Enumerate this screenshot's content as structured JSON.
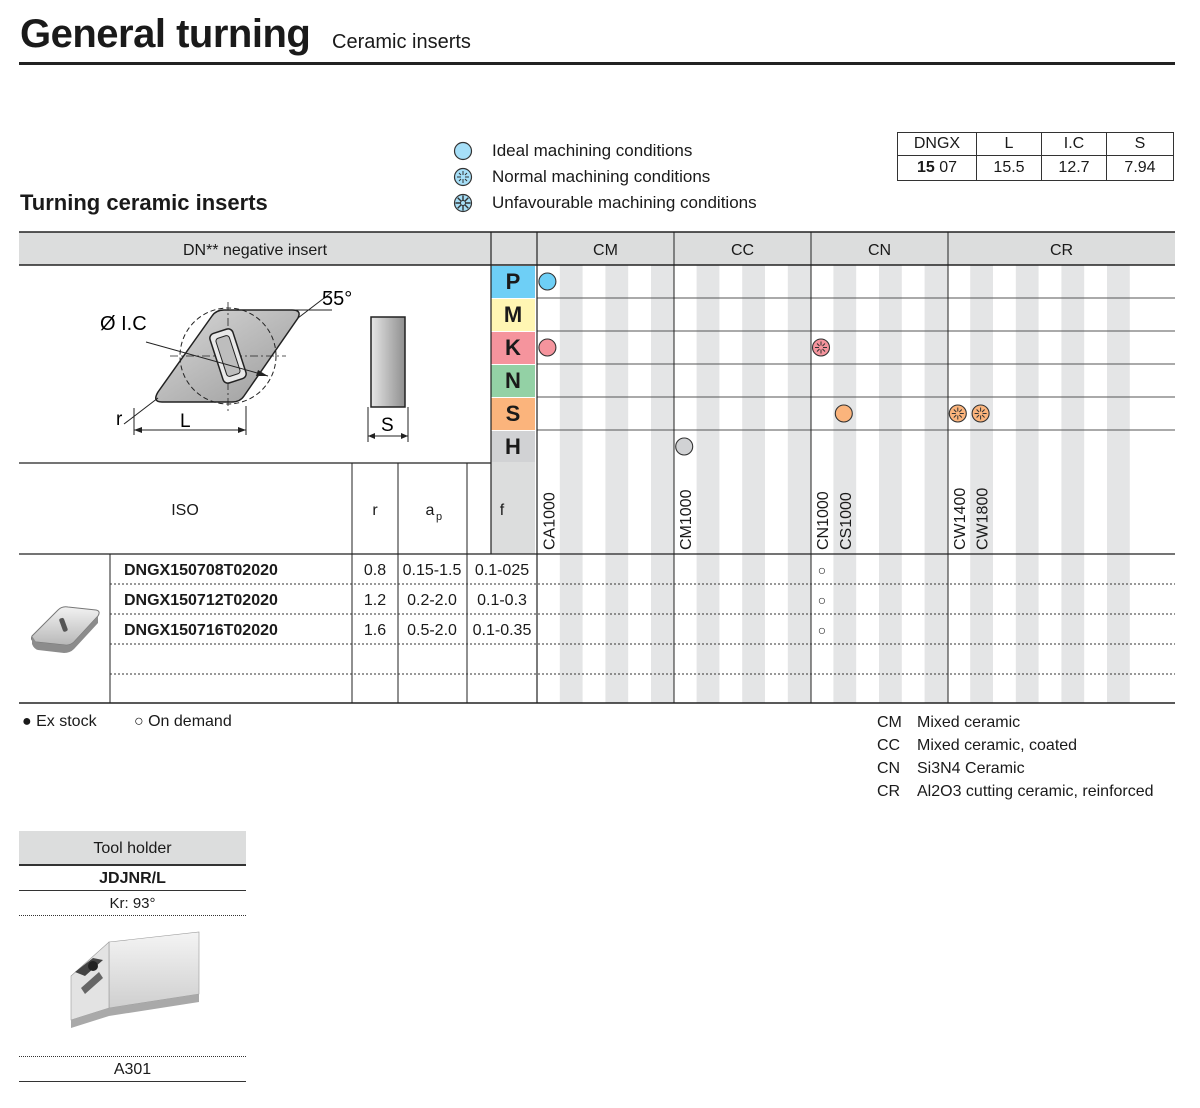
{
  "header": {
    "title": "General turning",
    "subtitle": "Ceramic inserts"
  },
  "section": {
    "title": "Turning ceramic inserts"
  },
  "legend": [
    {
      "label": "Ideal machining conditions",
      "icon": "ideal-condition-icon"
    },
    {
      "label": "Normal machining conditions",
      "icon": "normal-condition-icon"
    },
    {
      "label": "Unfavourable machining conditions",
      "icon": "unfavourable-condition-icon"
    }
  ],
  "dims": {
    "headers": [
      "DNGX",
      "L",
      "I.C",
      "S"
    ],
    "size_bold": "15",
    "size_rest": "07",
    "values": [
      "15.5",
      "12.7",
      "7.94"
    ]
  },
  "main_table": {
    "insert_header": "DN** negative insert",
    "groups": [
      "CM",
      "CC",
      "CN",
      "CR"
    ],
    "materials": [
      {
        "letter": "P",
        "color": "#6ecff6"
      },
      {
        "letter": "M",
        "color": "#fff6b3"
      },
      {
        "letter": "K",
        "color": "#f5949d"
      },
      {
        "letter": "N",
        "color": "#93d1a5"
      },
      {
        "letter": "S",
        "color": "#fbb47c"
      },
      {
        "letter": "H",
        "color": "#d1d2d4"
      }
    ],
    "drawing_labels": {
      "angle": "55°",
      "ic": "Ø I.C",
      "r": "r",
      "l": "L",
      "s": "S"
    },
    "iso_header": "ISO",
    "param_headers": {
      "r": "r",
      "ap_main": "a",
      "ap_sub": "p",
      "f": "f"
    },
    "grades": [
      {
        "name": "CA1000",
        "col": 0
      },
      {
        "name": "CM1000",
        "col": 6
      },
      {
        "name": "CN1000",
        "col": 12
      },
      {
        "name": "CS1000",
        "col": 13
      },
      {
        "name": "CW1400",
        "col": 18
      },
      {
        "name": "CW1800",
        "col": 19
      }
    ],
    "rows": [
      {
        "iso": "DNGX150708T02020",
        "r": "0.8",
        "ap": "0.15-1.5",
        "f": "0.1-025",
        "mark": "○"
      },
      {
        "iso": "DNGX150712T02020",
        "r": "1.2",
        "ap": "0.2-2.0",
        "f": "0.1-0.3",
        "mark": "○"
      },
      {
        "iso": "DNGX150716T02020",
        "r": "1.6",
        "ap": "0.5-2.0",
        "f": "0.1-0.35",
        "mark": "○"
      }
    ],
    "ratings": [
      {
        "material": "P",
        "col": 0,
        "type": "ideal",
        "color": "#6ecff6"
      },
      {
        "material": "K",
        "col": 0,
        "type": "ideal",
        "color": "#f5949d"
      },
      {
        "material": "K",
        "col": 12,
        "type": "normal",
        "color": "#f5949d"
      },
      {
        "material": "S",
        "col": 13,
        "type": "ideal",
        "color": "#fbb47c"
      },
      {
        "material": "S",
        "col": 18,
        "type": "normal",
        "color": "#fbb47c"
      },
      {
        "material": "S",
        "col": 19,
        "type": "normal",
        "color": "#fbb47c"
      },
      {
        "material": "H",
        "col": 6,
        "type": "ideal",
        "color": "#d1d2d4"
      }
    ]
  },
  "stock_legend": {
    "ex_stock": "● Ex stock",
    "on_demand": "○ On demand"
  },
  "codes": [
    {
      "code": "CM",
      "desc": "Mixed ceramic"
    },
    {
      "code": "CC",
      "desc": "Mixed ceramic, coated"
    },
    {
      "code": "CN",
      "desc": "Si3N4 Ceramic"
    },
    {
      "code": "CR",
      "desc": "Al2O3 cutting ceramic, reinforced"
    }
  ],
  "tool_holder": {
    "header": "Tool holder",
    "name": "JDJNR/L",
    "kr": "Kr: 93°",
    "code": "A301"
  },
  "colors": {
    "header_bg": "#dcdddd",
    "stripe": "#e4e5e6",
    "line": "#333333"
  }
}
